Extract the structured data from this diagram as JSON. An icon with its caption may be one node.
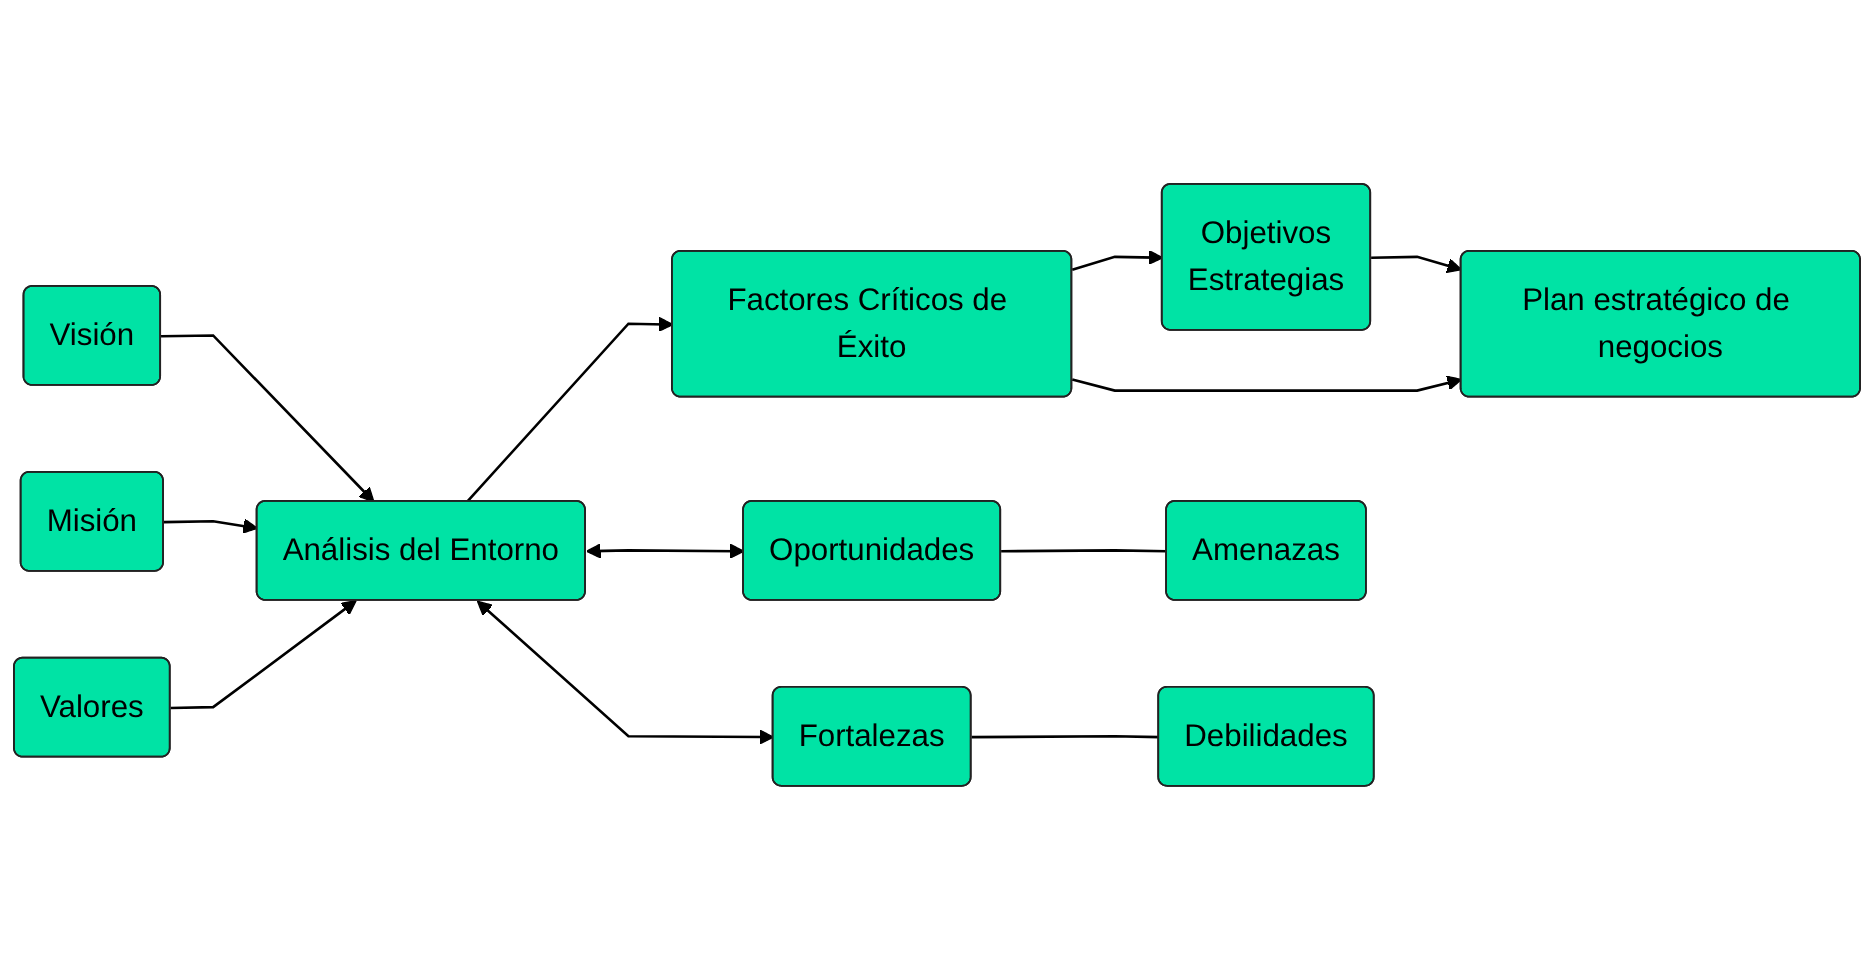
{
  "diagram": {
    "nodes": [
      {
        "text": [
          "Visión"
        ]
      },
      {
        "text": [
          "Misión"
        ]
      },
      {
        "text": [
          "Valores"
        ]
      },
      {
        "text": [
          "Análisis del Entorno"
        ]
      },
      {
        "text": [
          "Factores Críticos de Éxito"
        ]
      },
      {
        "text": [
          "Objetivos",
          "Estrategias"
        ]
      },
      {
        "text": [
          "Oportunidades"
        ]
      },
      {
        "text": [
          "Fortalezas"
        ]
      },
      {
        "text": [
          "Plan estratégico de negocios"
        ]
      },
      {
        "text": [
          "Amenazas"
        ]
      },
      {
        "text": [
          "Debilidades"
        ]
      }
    ],
    "edges": [
      {
        "from": 0,
        "to": 3,
        "arrow": "to"
      },
      {
        "from": 1,
        "to": 3,
        "arrow": "to"
      },
      {
        "from": 2,
        "to": 3,
        "arrow": "to"
      },
      {
        "from": 3,
        "to": 4,
        "arrow": "to"
      },
      {
        "from": 4,
        "to": 5,
        "arrow": "to"
      },
      {
        "from": 3,
        "to": 6,
        "arrow": "both"
      },
      {
        "from": 3,
        "to": 7,
        "arrow": "both"
      },
      {
        "from": 4,
        "to": 8,
        "arrow": "to"
      },
      {
        "from": 5,
        "to": 8,
        "arrow": "to"
      },
      {
        "from": 6,
        "to": 9,
        "arrow": "none"
      },
      {
        "from": 7,
        "to": 10,
        "arrow": "none"
      }
    ]
  }
}
